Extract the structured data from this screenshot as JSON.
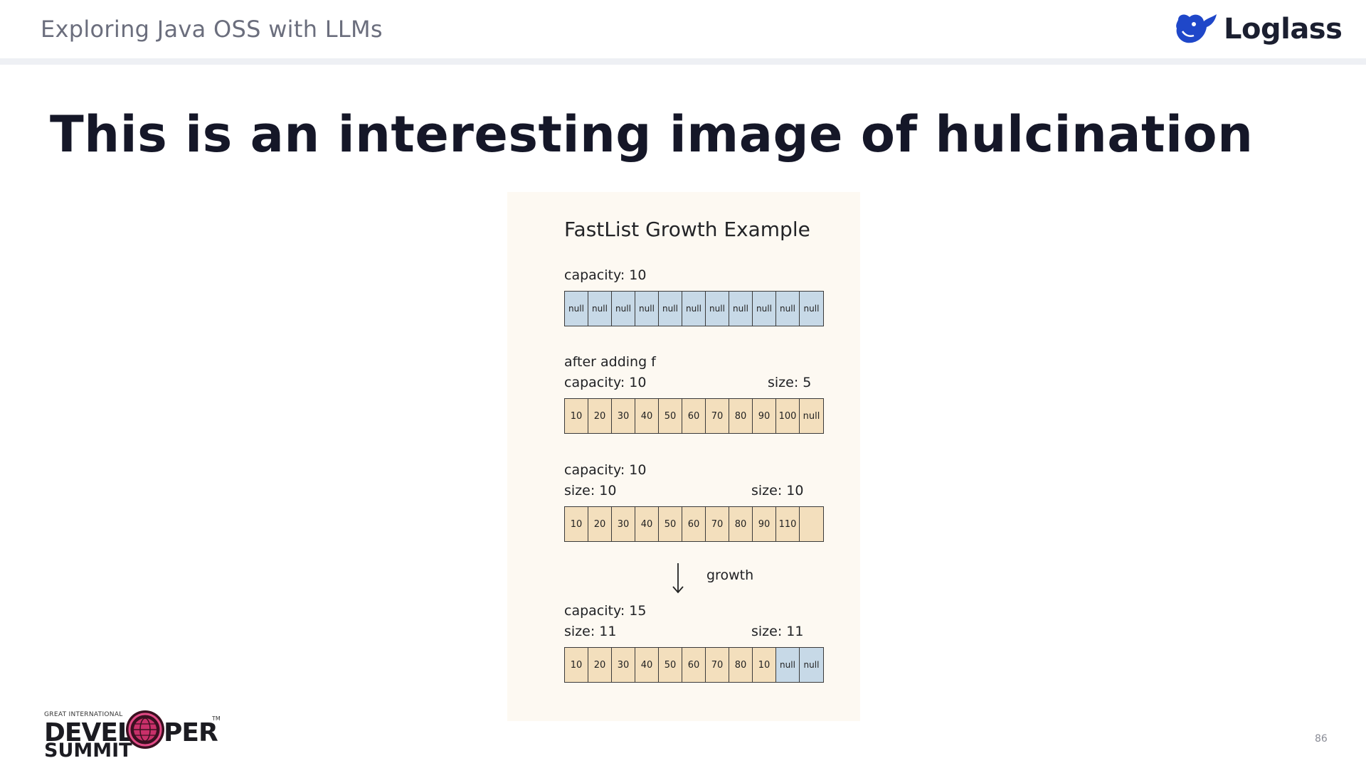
{
  "header": {
    "title": "Exploring Java OSS with LLMs",
    "brand": "Loglass",
    "brand_color": "#1f47c9"
  },
  "slide": {
    "title": "This is an interesting image of hulcination",
    "page_number": "86"
  },
  "diagram": {
    "title": "FastList Growth Example",
    "sections": [
      {
        "lines": [
          {
            "left": "capacity: 10",
            "right": ""
          }
        ],
        "cells": [
          "null",
          "null",
          "null",
          "null",
          "null",
          "null",
          "null",
          "null",
          "null",
          "null",
          "null"
        ],
        "kinds": [
          "null",
          "null",
          "null",
          "null",
          "null",
          "null",
          "null",
          "null",
          "null",
          "null",
          "null"
        ]
      },
      {
        "lines": [
          {
            "left": "after adding f",
            "right": ""
          },
          {
            "left": "capacity: 10",
            "right": "size: 5"
          }
        ],
        "cells": [
          "10",
          "20",
          "30",
          "40",
          "50",
          "60",
          "70",
          "80",
          "90",
          "100",
          "null"
        ],
        "kinds": [
          "val",
          "val",
          "val",
          "val",
          "val",
          "val",
          "val",
          "val",
          "val",
          "val",
          "val"
        ]
      },
      {
        "lines": [
          {
            "left": "capacity: 10",
            "right": ""
          },
          {
            "left": "size: 10",
            "right": "size: 10"
          }
        ],
        "cells": [
          "10",
          "20",
          "30",
          "40",
          "50",
          "60",
          "70",
          "80",
          "90",
          "110",
          ""
        ],
        "kinds": [
          "val",
          "val",
          "val",
          "val",
          "val",
          "val",
          "val",
          "val",
          "val",
          "val",
          "val"
        ]
      },
      {
        "lines": [
          {
            "left": "capacity: 15",
            "right": ""
          },
          {
            "left": "size: 11",
            "right": "size: 11"
          }
        ],
        "cells": [
          "10",
          "20",
          "30",
          "40",
          "50",
          "60",
          "70",
          "80",
          "10",
          "null",
          "null"
        ],
        "kinds": [
          "val",
          "val",
          "val",
          "val",
          "val",
          "val",
          "val",
          "val",
          "val",
          "null",
          "null"
        ]
      }
    ],
    "growth_label": "growth",
    "colors": {
      "null_cell": "#c7d9e7",
      "value_cell": "#f3dfbd",
      "panel": "#fdf9f2"
    }
  },
  "footer": {
    "event_small": "GREAT INTERNATIONAL",
    "event_word1": "DEVEL",
    "event_word2": "PER",
    "event_word3": "SUMMIT",
    "event_tm": "TM"
  }
}
